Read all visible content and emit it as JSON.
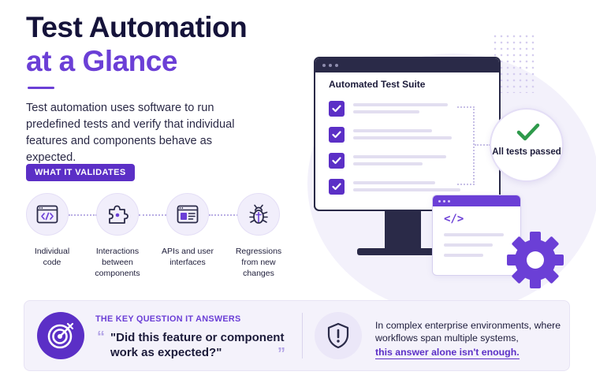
{
  "header": {
    "title_line1": "Test Automation",
    "title_line2": "at a Glance"
  },
  "intro": "Test automation uses software to run predefined tests and verify that individual features and components behave as expected.",
  "validates": {
    "pill_label": "WHAT IT VALIDATES",
    "items": [
      {
        "icon": "code-window-icon",
        "label": "Individual code"
      },
      {
        "icon": "puzzle-piece-icon",
        "label": "Interactions between components"
      },
      {
        "icon": "browser-window-icon",
        "label": "APIs and user interfaces"
      },
      {
        "icon": "bug-icon",
        "label": "Regressions from new changes"
      }
    ]
  },
  "monitor": {
    "title": "Automated Test Suite",
    "checks": 4
  },
  "passed": {
    "label": "All tests passed"
  },
  "code_window": {
    "glyph": "</>"
  },
  "key_question": {
    "label": "THE KEY QUESTION IT ANSWERS",
    "open_quote": "“",
    "question": "\"Did this feature or component work as expected?\"",
    "close_quote": "”"
  },
  "enterprise": {
    "text": "In complex enterprise environments, where workflows span multiple systems,",
    "emphasis": "this answer alone isn't enough."
  },
  "colors": {
    "primary": "#5b2fc6",
    "accent": "#6b3fd6",
    "dark": "#2a2a48",
    "success": "#2e9a4b",
    "panel": "#f4f2fb"
  }
}
